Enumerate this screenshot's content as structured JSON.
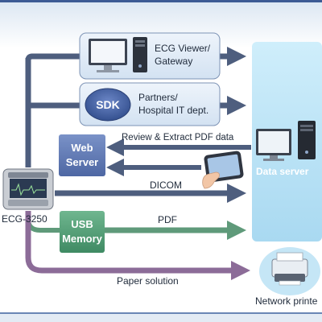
{
  "device": {
    "label": "ECG-3250"
  },
  "ecg_viewer": {
    "line1": "ECG Viewer/",
    "line2": "Gateway"
  },
  "sdk": {
    "badge": "SDK",
    "line1": "Partners/",
    "line2": "Hospital IT dept."
  },
  "web_server": {
    "line1": "Web",
    "line2": "Server"
  },
  "usb_memory": {
    "line1": "USB",
    "line2": "Memory"
  },
  "data_server": {
    "label": "Data server"
  },
  "network_printer": {
    "label": "Network printe"
  },
  "arrows": {
    "review": "Review & Extract PDF data",
    "dicom": "DICOM",
    "pdf": "PDF",
    "paper": "Paper solution"
  },
  "colors": {
    "arrow_blue": "#4e5e7e",
    "arrow_green": "#5f9a7a",
    "arrow_purple": "#8c6c98",
    "server_panel": "#bfe4f6",
    "box_light": "#dde9f6",
    "web_server_box": "#5f79b3",
    "usb_box": "#4f9a72",
    "sdk_oval": "#3f5da6"
  }
}
